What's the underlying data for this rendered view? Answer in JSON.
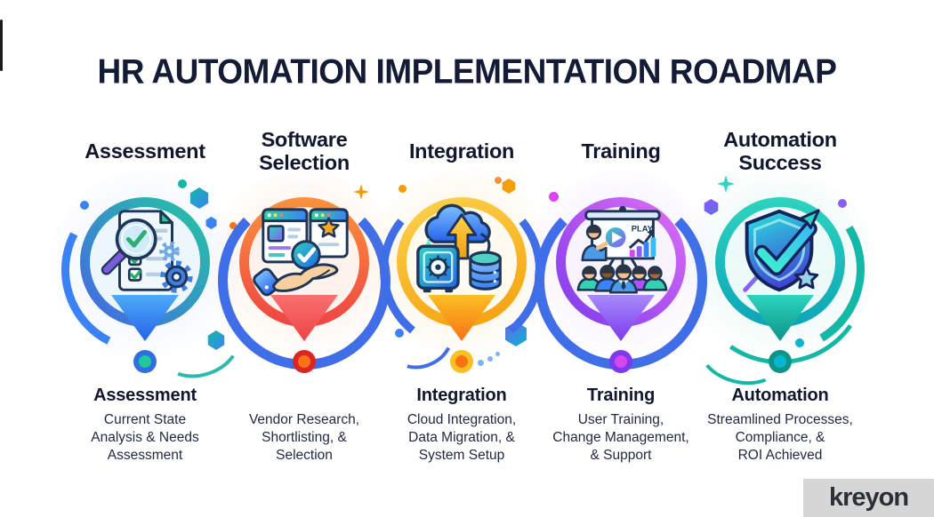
{
  "title": "HR AUTOMATION IMPLEMENTATION ROADMAP",
  "brand": {
    "logo_text": "kreyon"
  },
  "icon_labels": {
    "training_play": "PLAY"
  },
  "stages": [
    {
      "header": "Assessment",
      "icon": "assessment-search-document-icon",
      "footer_title": "Assessment",
      "description": "Current State\nAnalysis & Needs\nAssessment",
      "colors": {
        "ring-angle": "225deg",
        "ring-from": "#23c9a0",
        "ring-to": "#4663e8",
        "pin-from": "#4dabf7",
        "pin-to": "#2563eb",
        "dot-inner": "#20c997",
        "dot-ring": "#2f6fe0",
        "arc": "#3b82f6",
        "glow": "rgba(59,130,246,0.13)",
        "inner": "#edf6fc"
      }
    },
    {
      "header": "Software\nSelection",
      "icon": "software-selection-hand-icon",
      "footer_title": "",
      "description": "Vendor Research,\nShortlisting, &\nSelection",
      "colors": {
        "ring-angle": "180deg",
        "ring-from": "#fb923c",
        "ring-to": "#ef4444",
        "pin-from": "#f87171",
        "pin-to": "#ef4444",
        "dot-inner": "#f97316",
        "dot-ring": "#dc2626",
        "arc": "#3f6ee8",
        "glow": "rgba(249,115,22,0.15)",
        "inner": "#fdf3ec"
      }
    },
    {
      "header": "Integration",
      "icon": "integration-cloud-data-icon",
      "footer_title": "Integration",
      "description": "Cloud Integration,\nData Migration, &\nSystem Setup",
      "colors": {
        "ring-angle": "160deg",
        "ring-from": "#fcd34d",
        "ring-to": "#f59e0b",
        "pin-from": "#fbbf24",
        "pin-to": "#f97316",
        "dot-inner": "#f97316",
        "dot-ring": "#fbbf24",
        "arc": "#3f6ee8",
        "glow": "rgba(245,158,11,0.16)",
        "inner": "#fefaf0"
      }
    },
    {
      "header": "Training",
      "icon": "training-presentation-icon",
      "footer_title": "Training",
      "description": "User Training,\nChange Management,\n& Support",
      "colors": {
        "ring-angle": "225deg",
        "ring-from": "#e06ef5",
        "ring-to": "#7c3aed",
        "pin-from": "#a78bfa",
        "pin-to": "#7c3aed",
        "dot-inner": "#d946ef",
        "dot-ring": "#7c3aed",
        "arc": "#3f6ee8",
        "glow": "rgba(168,85,247,0.14)",
        "inner": "#f8f3fd"
      }
    },
    {
      "header": "Automation\nSuccess",
      "icon": "automation-success-shield-icon",
      "footer_title": "Automation",
      "description": "Streamlined Processes,\nCompliance, &\nROI Achieved",
      "colors": {
        "ring-angle": "180deg",
        "ring-from": "#2dd4bf",
        "ring-to": "#0ca5b8",
        "pin-from": "#2dd4bf",
        "pin-to": "#0d9488",
        "dot-inner": "#06b6d4",
        "dot-ring": "#0d9488",
        "arc": "#14b8a6",
        "glow": "rgba(20,184,166,0.14)",
        "inner": "#ecfafa"
      }
    }
  ]
}
